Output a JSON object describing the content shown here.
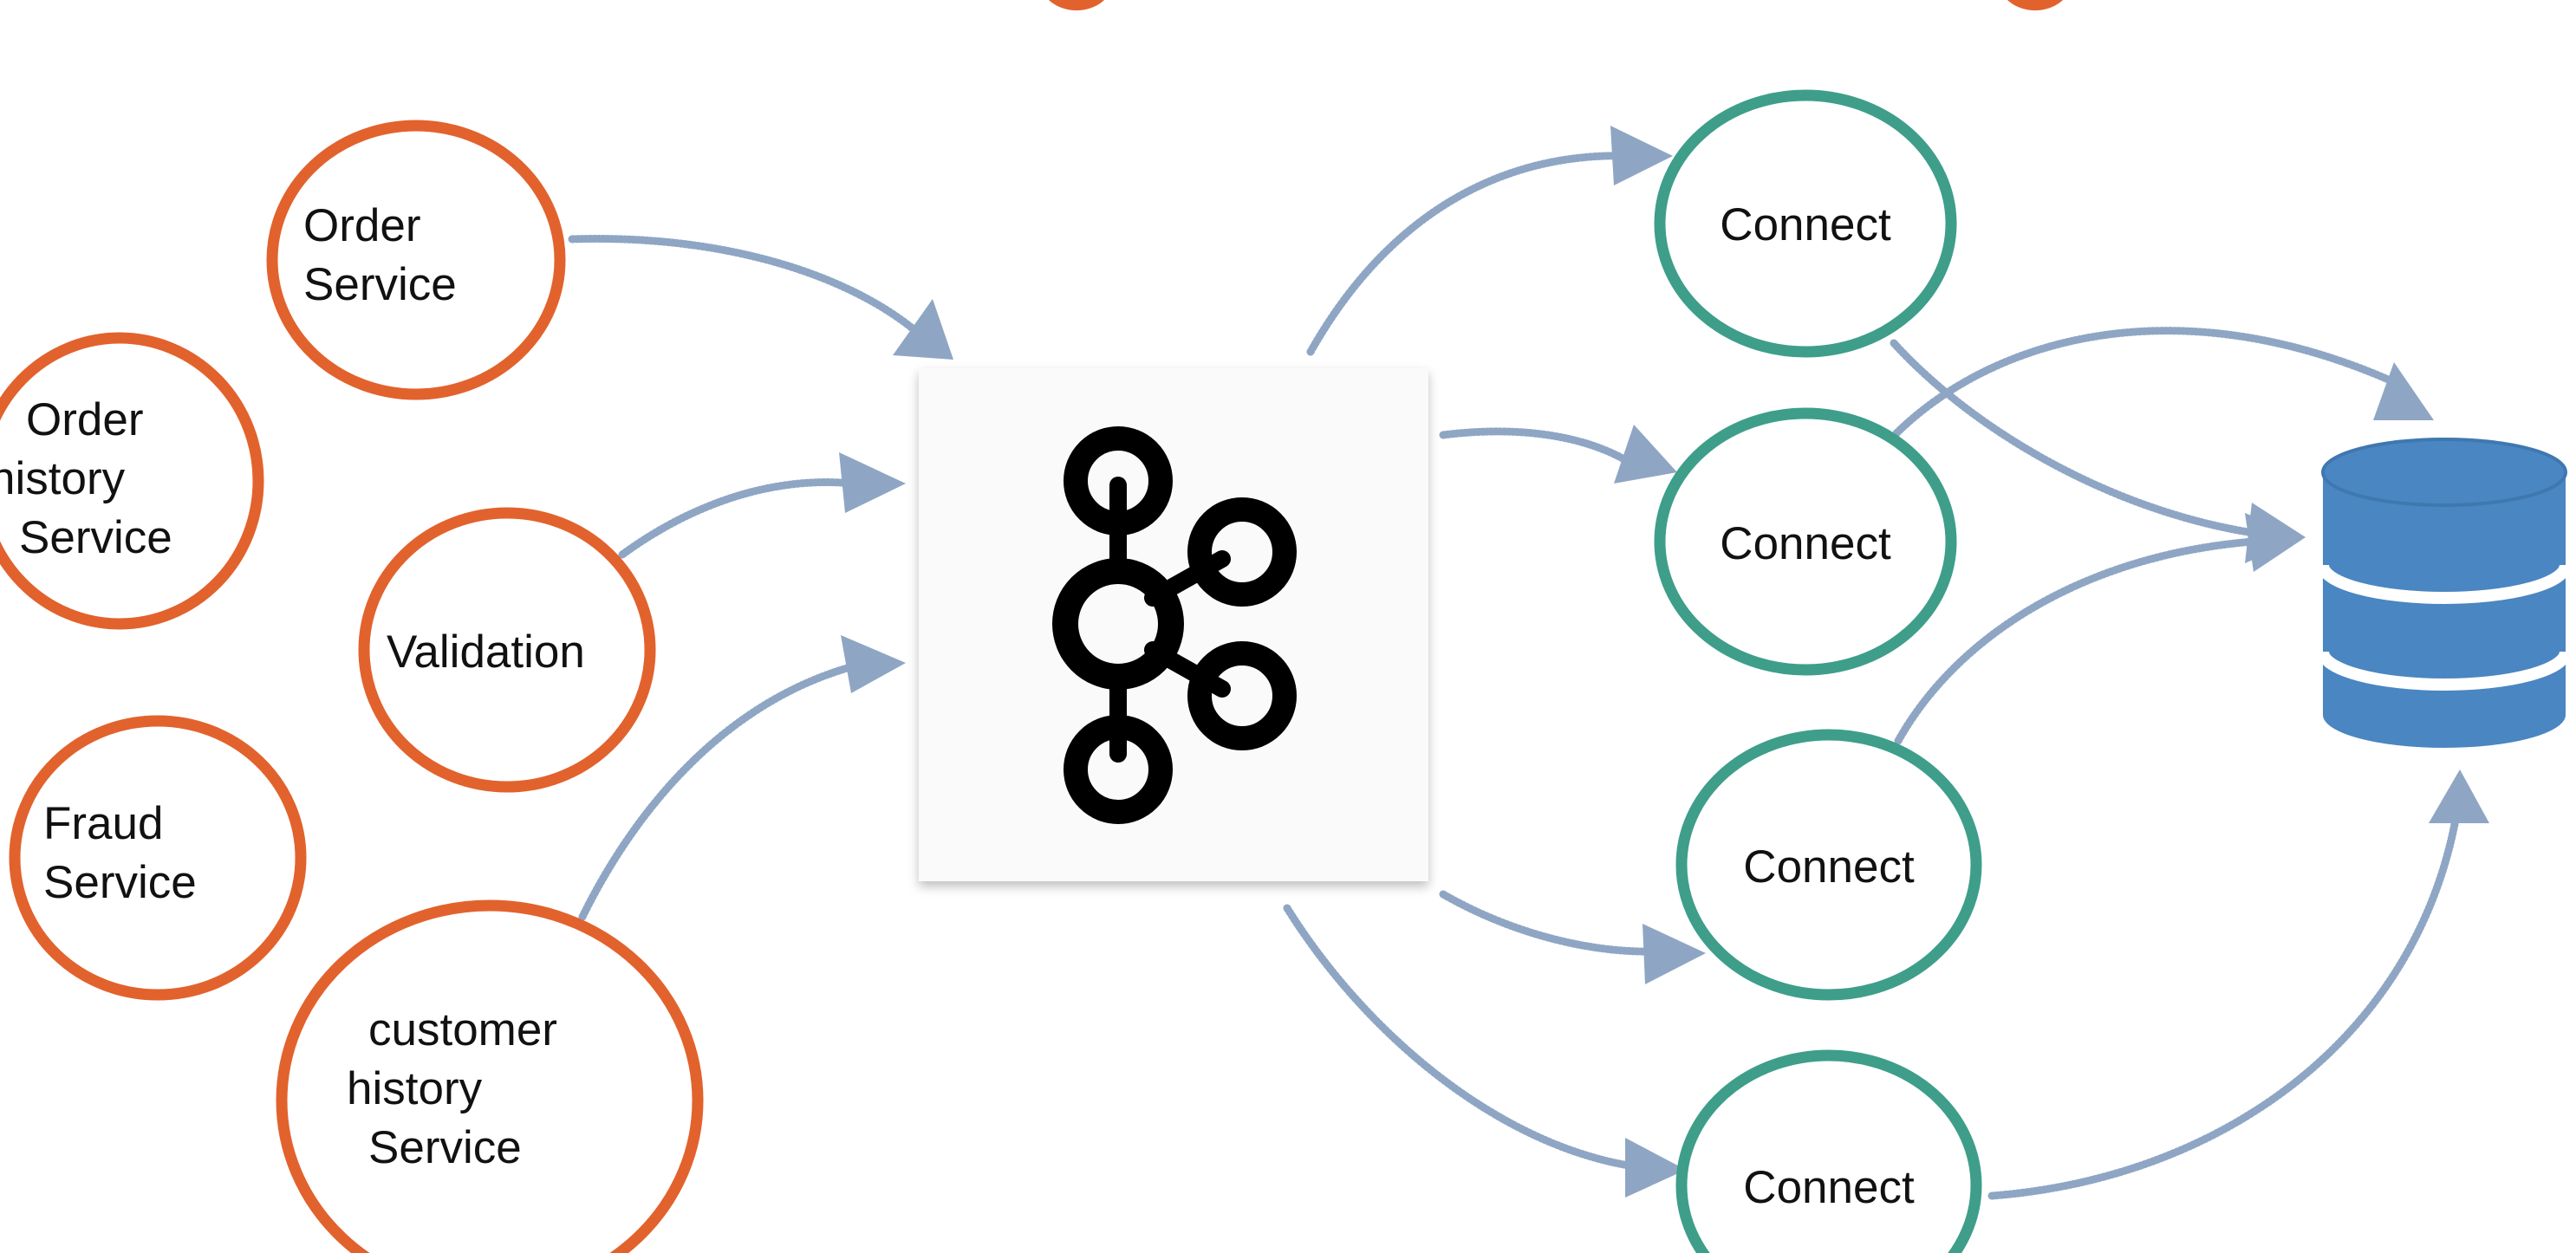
{
  "colors": {
    "service_ring": "#e2622d",
    "connect_ring": "#3e9e8a",
    "arrow": "#8ea6c4",
    "database": "#4a86c1",
    "kafka_logo": "#000000",
    "box_bg": "#fafafa",
    "label_text": "#111111"
  },
  "icons": {
    "broker": "kafka-logo-icon",
    "sink": "database-icon"
  },
  "services": [
    {
      "id": "order-service",
      "lines": [
        "Order",
        "Service"
      ]
    },
    {
      "id": "order-history-service",
      "lines": [
        "Order",
        "history",
        "Service"
      ]
    },
    {
      "id": "validation",
      "lines": [
        "Validation"
      ]
    },
    {
      "id": "fraud-service",
      "lines": [
        "Fraud",
        "Service"
      ]
    },
    {
      "id": "customer-history-service",
      "lines": [
        "customer",
        "history",
        "Service"
      ]
    }
  ],
  "connectors": [
    {
      "id": "connect-1",
      "label": "Connect"
    },
    {
      "id": "connect-2",
      "label": "Connect"
    },
    {
      "id": "connect-3",
      "label": "Connect"
    },
    {
      "id": "connect-4",
      "label": "Connect"
    }
  ]
}
